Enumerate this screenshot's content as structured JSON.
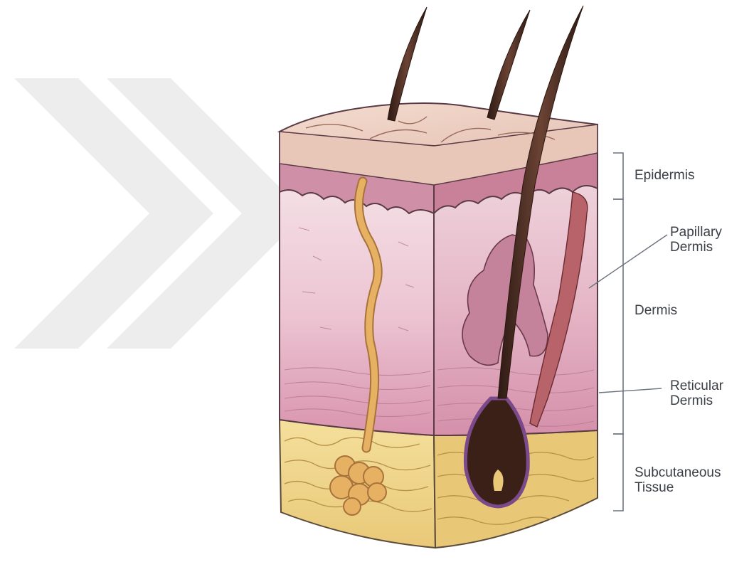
{
  "labels": {
    "epidermis": "Epidermis",
    "papillary_dermis": [
      "Papillary",
      "Dermis"
    ],
    "dermis": "Dermis",
    "reticular_dermis": [
      "Reticular",
      "Dermis"
    ],
    "subcutaneous_tissue": [
      "Subcutaneous",
      "Tissue"
    ]
  },
  "colors": {
    "epidermis_top": "#eed3c9",
    "epidermis_layer": "#cf8fa6",
    "papillary_dermis": "#f3dde3",
    "reticular_dermis": "#dca0b7",
    "subcutaneous_fat": "#f1d98f",
    "hair_shaft": "#4a2c22",
    "hair_bulb": "#3b2018",
    "sweat_gland": "#e7b164",
    "arrector_muscle": "#b8626a",
    "sebaceous_gland": "#c9849e",
    "bracket_line": "#6c7480",
    "watermark": "#ececec"
  },
  "icons": [
    "watermark-chevron-icon"
  ]
}
